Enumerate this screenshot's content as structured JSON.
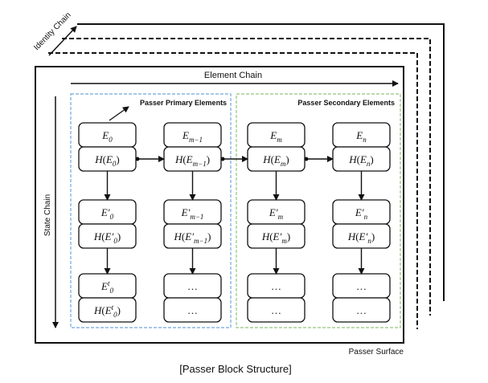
{
  "caption": "[Passer Block Structure]",
  "labels": {
    "identity_chain": "Identity Chain",
    "element_chain": "Element Chain",
    "state_chain": "State Chain",
    "passer_surface": "Passer Surface",
    "primary_elements": "Passer Primary Elements",
    "secondary_elements": "Passer Secondary Elements"
  },
  "colors": {
    "primary_group": "#6fa8dc",
    "secondary_group": "#93c47d",
    "stroke": "#111111"
  },
  "columns": [
    {
      "name": "col-e0",
      "group": "primary",
      "rows": [
        {
          "top": "E_0",
          "bottom": "H(E_0)"
        },
        {
          "top": "E′_0",
          "bottom": "H(E′_0)"
        },
        {
          "top": "E^t_0",
          "bottom": "H(E^t_0)"
        }
      ]
    },
    {
      "name": "col-em-1",
      "group": "primary",
      "rows": [
        {
          "top": "E_m−1",
          "bottom": "H(E_m−1)"
        },
        {
          "top": "E′_m−1",
          "bottom": "H(E′_m−1)"
        },
        {
          "top": "…",
          "bottom": "…"
        }
      ]
    },
    {
      "name": "col-em",
      "group": "secondary",
      "rows": [
        {
          "top": "E_m",
          "bottom": "H(E_m)"
        },
        {
          "top": "E′_m",
          "bottom": "H(E′_m)"
        },
        {
          "top": "…",
          "bottom": "…"
        }
      ]
    },
    {
      "name": "col-en",
      "group": "secondary",
      "rows": [
        {
          "top": "E_n",
          "bottom": "H(E_n)"
        },
        {
          "top": "E′_n",
          "bottom": "H(E′_n)"
        },
        {
          "top": "…",
          "bottom": "…"
        }
      ]
    }
  ]
}
